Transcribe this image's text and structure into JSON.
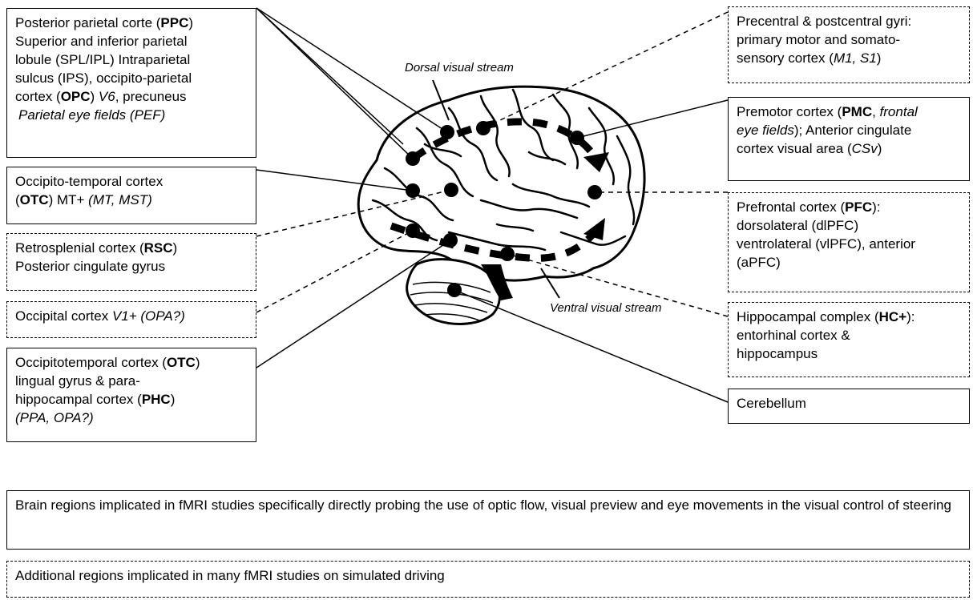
{
  "left_boxes": {
    "ppc": {
      "l1a": "Posterior parietal corte (",
      "l1b": "PPC",
      "l1c": ")",
      "l2": "Superior and inferior parietal",
      "l3": "lobule (SPL/IPL) Intraparietal",
      "l4": "sulcus (IPS), occipito-parietal",
      "l5a": "cortex (",
      "l5b": "OPC",
      "l5c": ") ",
      "l5d": "V6",
      "l5e": ", precuneus",
      "l6": "Parietal eye fields (PEF)"
    },
    "otc1": {
      "l1": "Occipito-temporal cortex",
      "l2a": "(",
      "l2b": "OTC",
      "l2c": ") MT+ ",
      "l2d": "(MT, MST)"
    },
    "rsc": {
      "l1a": "Retrosplenial cortex (",
      "l1b": "RSC",
      "l1c": ")",
      "l2": "Posterior cingulate gyrus"
    },
    "occ": {
      "l1a": "Occipital cortex ",
      "l1b": "V1+ (OPA?)"
    },
    "otc2": {
      "l1a": "Occipitotemporal cortex (",
      "l1b": "OTC",
      "l1c": ")",
      "l2": "lingual gyrus & para-",
      "l3a": "hippocampal cortex (",
      "l3b": "PHC",
      "l3c": ")",
      "l4": "(PPA, OPA?)"
    }
  },
  "right_boxes": {
    "m1s1": {
      "l1": "Precentral & postcentral gyri:",
      "l2": "primary motor and somato-",
      "l3a": "sensory cortex (",
      "l3b": "M1, S1",
      "l3c": ")"
    },
    "pmc": {
      "l1a": "Premotor cortex (",
      "l1b": "PMC",
      "l1c": ", ",
      "l1d": "frontal",
      "l2a": "eye fields",
      "l2b": "); Anterior cingulate",
      "l3a": "cortex visual area (",
      "l3b": "CSv",
      "l3c": ")"
    },
    "pfc": {
      "l1a": "Prefrontal cortex  (",
      "l1b": "PFC",
      "l1c": "):",
      "l2": "dorsolateral (dlPFC)",
      "l3": "ventrolateral (vlPFC), anterior",
      "l4": "(aPFC)"
    },
    "hc": {
      "l1a": "Hippocampal complex (",
      "l1b": "HC+",
      "l1c": "):",
      "l2": "entorhinal cortex &",
      "l3": "hippocampus"
    },
    "cerebellum": {
      "l1": "Cerebellum"
    }
  },
  "streams": {
    "dorsal": "Dorsal visual stream",
    "ventral": "Ventral visual stream"
  },
  "legend": {
    "solid": "Brain regions implicated in fMRI studies specifically directly probing the use of optic flow, visual preview and eye movements in the visual control of steering",
    "dashed": "Additional regions implicated in many fMRI studies on simulated driving"
  }
}
